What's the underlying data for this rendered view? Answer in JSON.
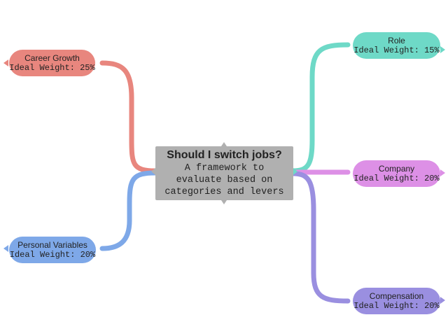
{
  "colors": {
    "career": "#e8867e",
    "personal": "#7ea8e8",
    "role": "#6ed9c7",
    "company": "#dd90e6",
    "compensation": "#9a8fe0",
    "center": "#b0b0b0",
    "background": "#ffffff"
  },
  "center": {
    "title": "Should I switch jobs?",
    "subtitle": "A framework to evaluate based on categories and levers"
  },
  "nodes": {
    "career_growth": {
      "title": "Career Growth",
      "weight": "Ideal Weight: 25%"
    },
    "personal_variables": {
      "title": "Personal Variables",
      "weight": "Ideal Weight: 20%"
    },
    "role": {
      "title": "Role",
      "weight": "Ideal Weight: 15%"
    },
    "company": {
      "title": "Company",
      "weight": "Ideal Weight: 20%"
    },
    "compensation": {
      "title": "Compensation",
      "weight": "Ideal Weight: 20%"
    }
  }
}
